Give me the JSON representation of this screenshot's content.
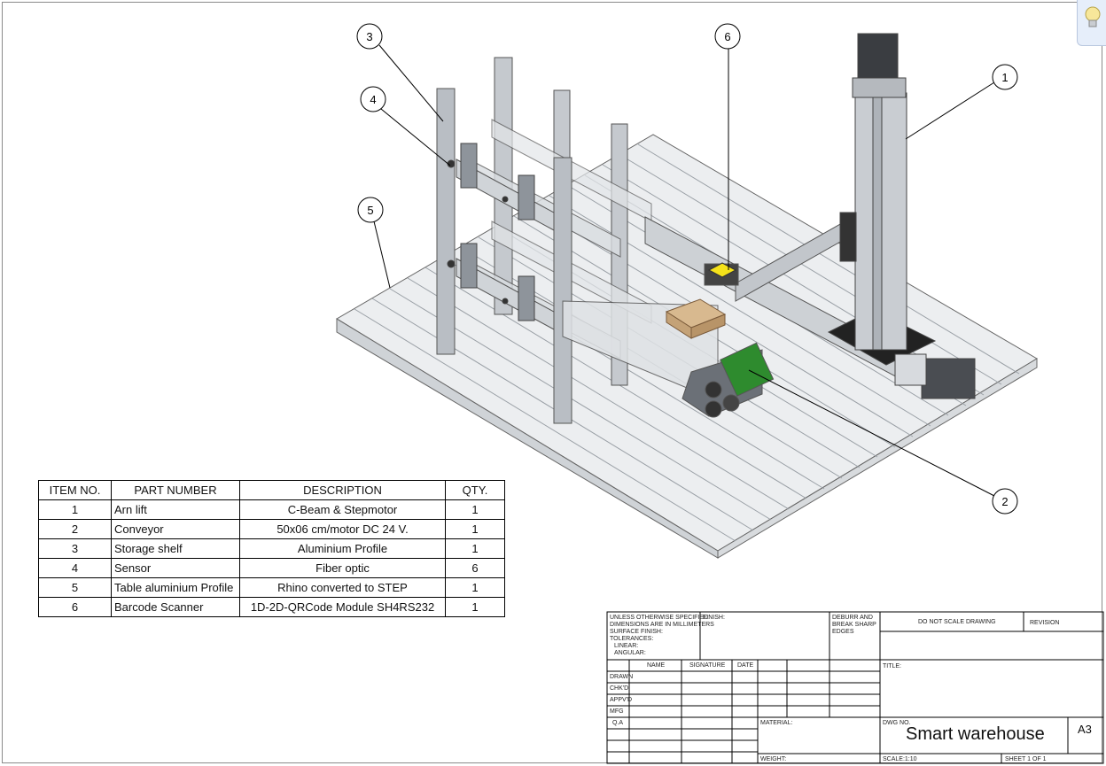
{
  "bom": {
    "headers": [
      "ITEM NO.",
      "PART NUMBER",
      "DESCRIPTION",
      "QTY."
    ],
    "rows": [
      {
        "item": "1",
        "part": "Arn lift",
        "desc": "C-Beam & Stepmotor",
        "qty": "1"
      },
      {
        "item": "2",
        "part": "Conveyor",
        "desc": "50x06 cm/motor DC 24 V.",
        "qty": "1"
      },
      {
        "item": "3",
        "part": "Storage shelf",
        "desc": "Aluminium Profile",
        "qty": "1"
      },
      {
        "item": "4",
        "part": "Sensor",
        "desc": "Fiber optic",
        "qty": "6"
      },
      {
        "item": "5",
        "part": "Table aluminium Profile",
        "desc": "Rhino converted to STEP",
        "qty": "1"
      },
      {
        "item": "6",
        "part": "Barcode Scanner",
        "desc": "1D-2D-QRCode Module SH4RS232",
        "qty": "1"
      }
    ]
  },
  "balloons": [
    "1",
    "2",
    "3",
    "4",
    "5",
    "6"
  ],
  "title_block": {
    "unless": "UNLESS OTHERWISE SPECIFIED:",
    "dims": "DIMENSIONS ARE IN MILLIMETERS",
    "surface": "SURFACE FINISH:",
    "tolerances": "TOLERANCES:",
    "linear": "LINEAR:",
    "angular": "ANGULAR:",
    "finish": "FINISH:",
    "deburr1": "DEBURR AND",
    "deburr2": "BREAK SHARP",
    "deburr3": "EDGES",
    "do_not_scale": "DO NOT SCALE DRAWING",
    "revision": "REVISION",
    "name": "NAME",
    "signature": "SIGNATURE",
    "date": "DATE",
    "title_lbl": "TITLE:",
    "drawn": "DRAWN",
    "chkd": "CHK'D",
    "appvd": "APPV'D",
    "mfg": "MFG",
    "qa": "Q.A",
    "material": "MATERIAL:",
    "weight": "WEIGHT:",
    "dwg_no": "DWG NO.",
    "title": "Smart warehouse",
    "size": "A3",
    "scale": "SCALE:1:10",
    "sheet": "SHEET 1 OF 1"
  }
}
